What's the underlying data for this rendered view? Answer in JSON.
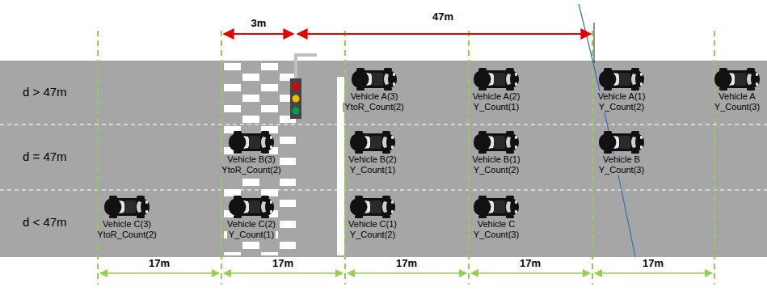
{
  "diagram": {
    "labels": [
      "3m",
      "47m",
      "d > 47m",
      "d = 47m",
      "d < 47m",
      "Vehicle A(3)",
      "YtoR_Count(2)",
      "Vehicle A(2)",
      "Y_Count(1)",
      "Vehicle A(1)",
      "Y_Count(2)",
      "Vehicle A",
      "Y_Count(3)",
      "Vehicle B(3)",
      "YtoR_Count(2)",
      "Vehicle B(2)",
      "Y_Count(1)",
      "Vehicle B(1)",
      "Y_Count(2)",
      "Vehicle B",
      "Y_Count(3)",
      "Vehicle C(3)",
      "YtoR_Count(2)",
      "Vehicle C(2)",
      "Y_Count(1)",
      "Vehicle C(1)",
      "Y_Count(2)",
      "Vehicle C",
      "Y_Count(3)",
      "17m",
      "17m",
      "17m",
      "17m",
      "17m"
    ]
  }
}
